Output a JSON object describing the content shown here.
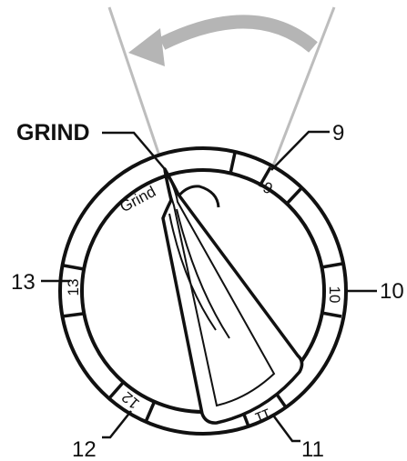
{
  "diagram": {
    "callouts": {
      "grind": "GRIND",
      "nine": "9",
      "ten": "10",
      "eleven": "11",
      "twelve": "12",
      "thirteen": "13"
    },
    "dial_labels": {
      "grind": "Grind",
      "nine": "9",
      "ten": "10",
      "eleven": "11",
      "twelve": "12",
      "thirteen": "13"
    },
    "colors": {
      "ink": "#111111",
      "guide_lines": "#bdbdbd",
      "arrow": "#b5b5b5",
      "paper": "#ffffff"
    }
  }
}
